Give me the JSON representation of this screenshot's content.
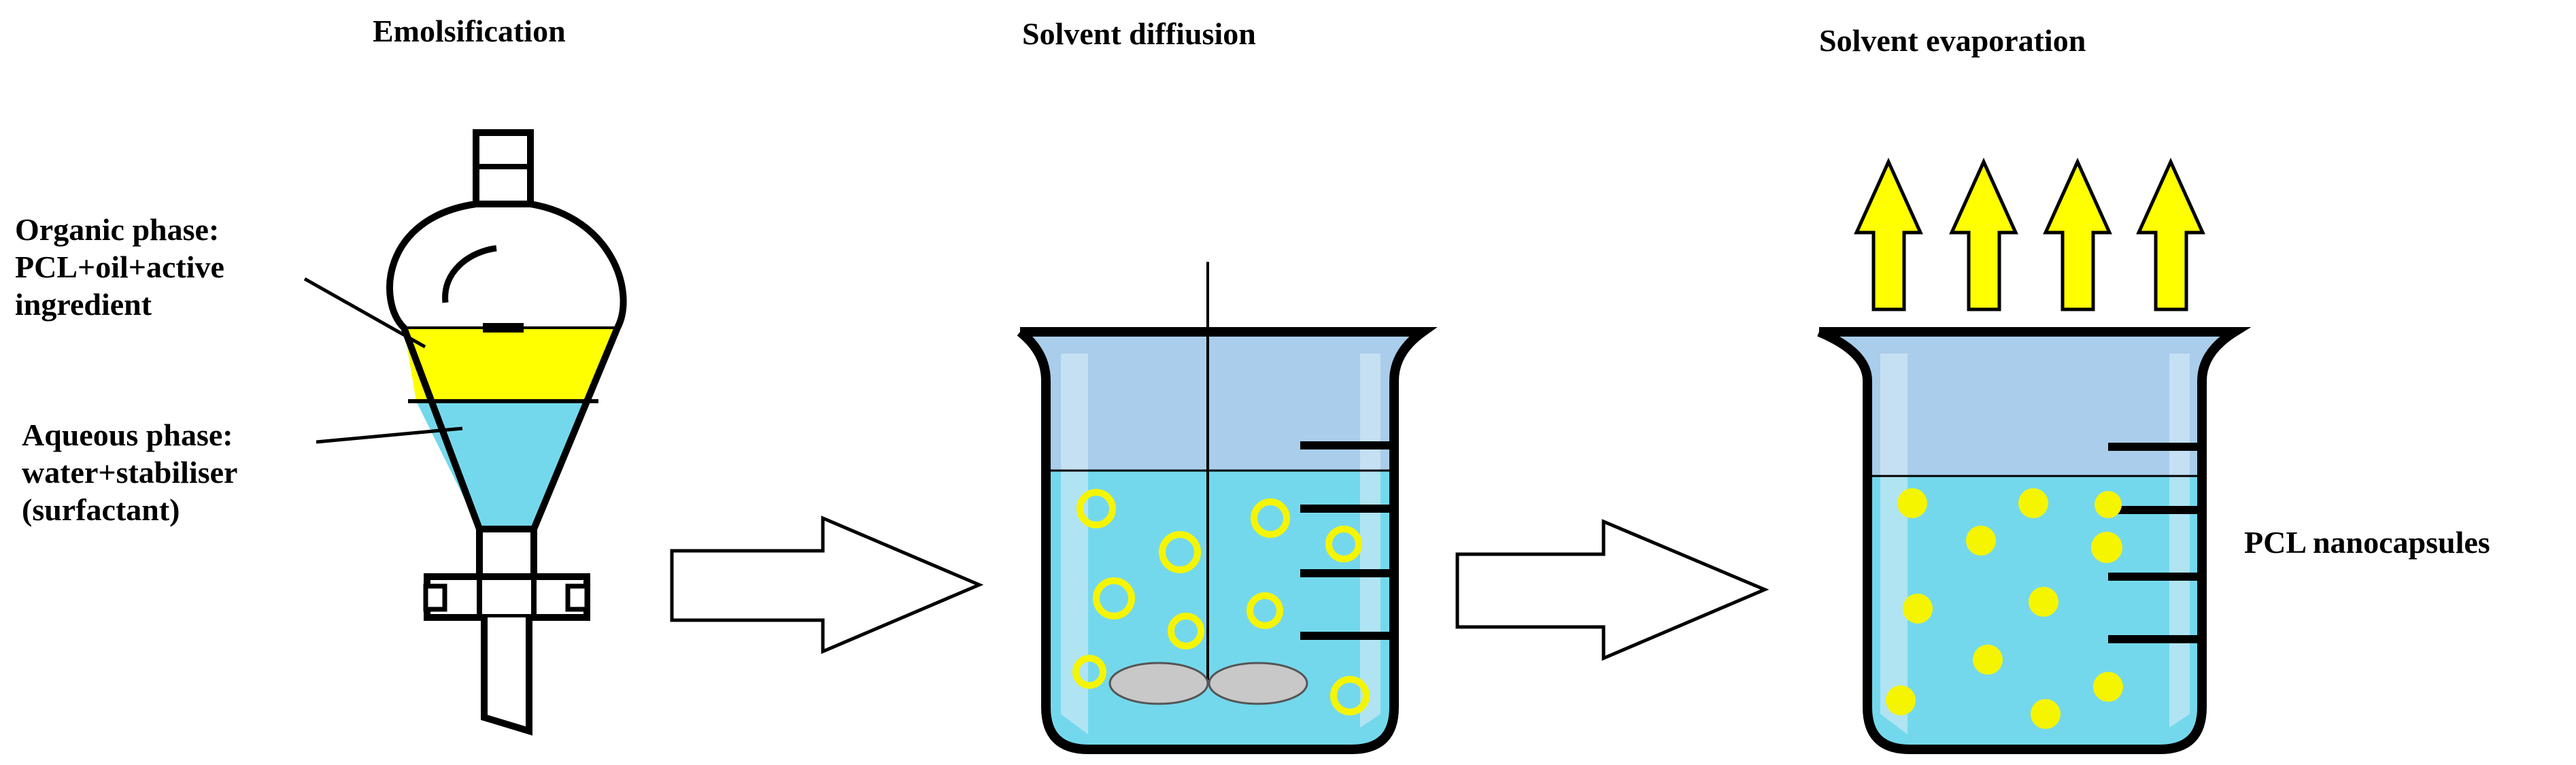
{
  "stages": {
    "stage1_title": "Emolsification",
    "stage2_title": "Solvent diffiusion",
    "stage3_title": "Solvent evaporation"
  },
  "labels": {
    "organic_phase": [
      "Organic phase:",
      "PCL+oil+active",
      "ingredient"
    ],
    "aqueous_phase": [
      "Aqueous phase:",
      "water+stabiliser",
      "(surfactant)"
    ],
    "nanocapsules": "PCL nanocapsules"
  },
  "colors": {
    "organic_yellow": "#ffff00",
    "aqueous_blue": "#74d8ec",
    "beaker_glass": "#a9cdea",
    "capsule_yellow": "#f5f500",
    "arrow_fill": "#ffffff",
    "outline": "#000000"
  }
}
